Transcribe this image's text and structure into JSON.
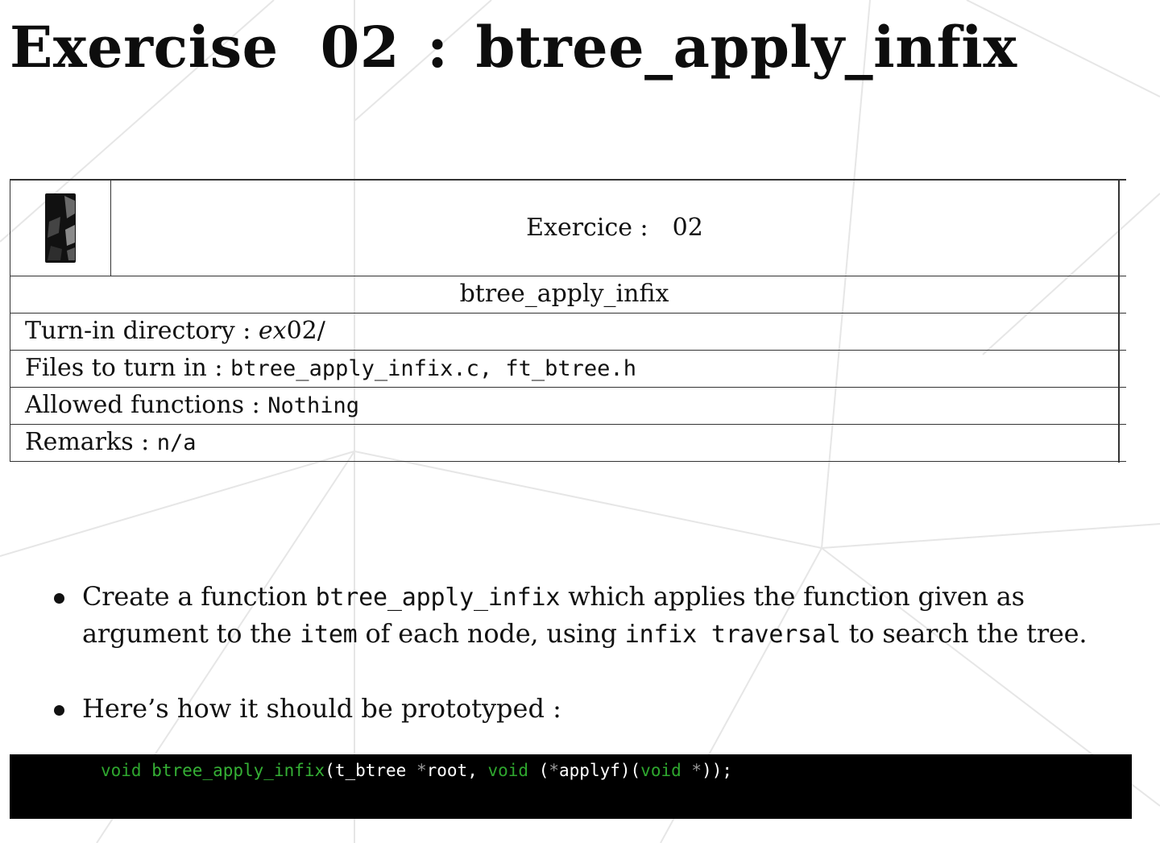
{
  "document": {
    "title": {
      "word": "Exercise",
      "number": "02",
      "separator": ":",
      "name": "btree_apply_infix"
    },
    "info_table": {
      "logo_icon": "school-logo-icon",
      "exercise_label": "Exercice :",
      "exercise_number": "02",
      "function_name": "btree_apply_infix",
      "turn_in": {
        "label": "Turn-in directory :",
        "value_italic": "ex",
        "value_rest": "02/"
      },
      "files": {
        "label": "Files to turn in :",
        "value": "btree_apply_infix.c, ft_btree.h"
      },
      "allowed": {
        "label": "Allowed functions :",
        "value": "Nothing"
      },
      "remarks": {
        "label": "Remarks :",
        "value": "n/a"
      }
    },
    "bullets": {
      "first": {
        "t1": "Create a function",
        "c1": "btree_apply_infix",
        "t2": "which applies the function given as argument to the",
        "c2": "item",
        "t3": "of each node, using",
        "c3": "infix traversal",
        "t4": "to search the tree."
      },
      "second": {
        "text": "Here’s how it should be prototyped :"
      }
    },
    "code": {
      "kw_void1": "void",
      "fn_name": "btree_apply_infix",
      "p1": "(t_btree ",
      "star1": "*",
      "p2": "root, ",
      "kw_void2": "void",
      "p3": " (",
      "star2": "*",
      "p4": "applyf)(",
      "kw_void3": "void",
      "p5": " ",
      "star3": "*",
      "p6": "));"
    }
  },
  "colors": {
    "code_background": "#000000",
    "code_keyword": "#2ea62e",
    "code_text": "#ffffff",
    "border": "#333333"
  }
}
